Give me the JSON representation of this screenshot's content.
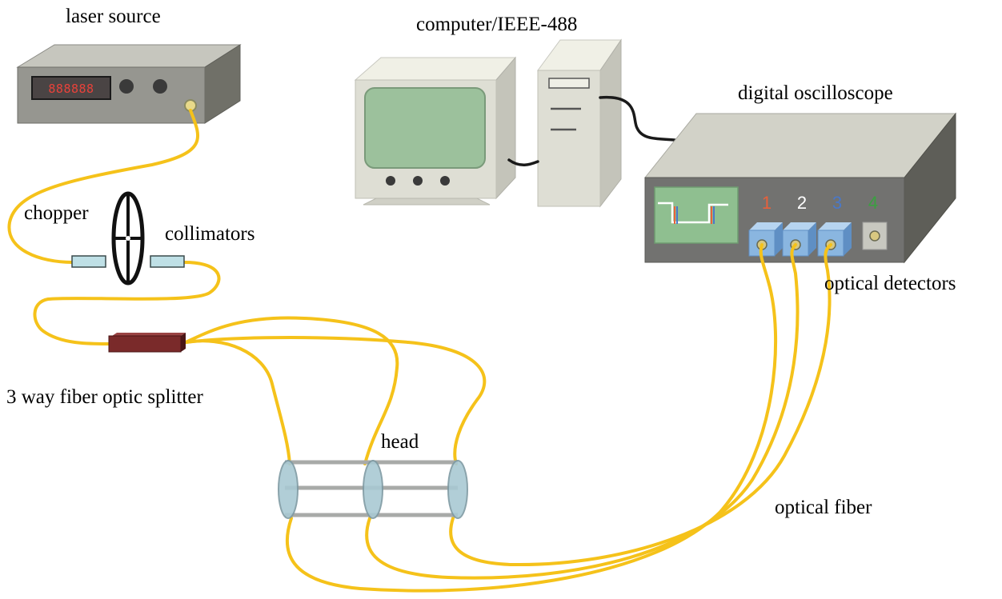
{
  "labels": {
    "laser_source": "laser source",
    "computer": "computer/IEEE-488",
    "oscilloscope": "digital oscilloscope",
    "chopper": "chopper",
    "collimators": "collimators",
    "optical_detectors": "optical detectors",
    "splitter": "3 way fiber optic splitter",
    "head": "head",
    "optical_fiber": "optical fiber"
  },
  "laser_display": "888888",
  "channels": [
    {
      "label": "1",
      "color": "#e8603a"
    },
    {
      "label": "2",
      "color": "#ffffff"
    },
    {
      "label": "3",
      "color": "#4a78c8"
    },
    {
      "label": "4",
      "color": "#3aa040"
    }
  ],
  "colors": {
    "fiber": "#f5c21a",
    "device_body": "#8e8e86",
    "oscilloscope_screen": "#8fbf90",
    "monitor_screen": "#9cc19c",
    "detector": "#8ab6e0",
    "splitter": "#7a2a2a",
    "collimator": "#bfe0e6"
  }
}
